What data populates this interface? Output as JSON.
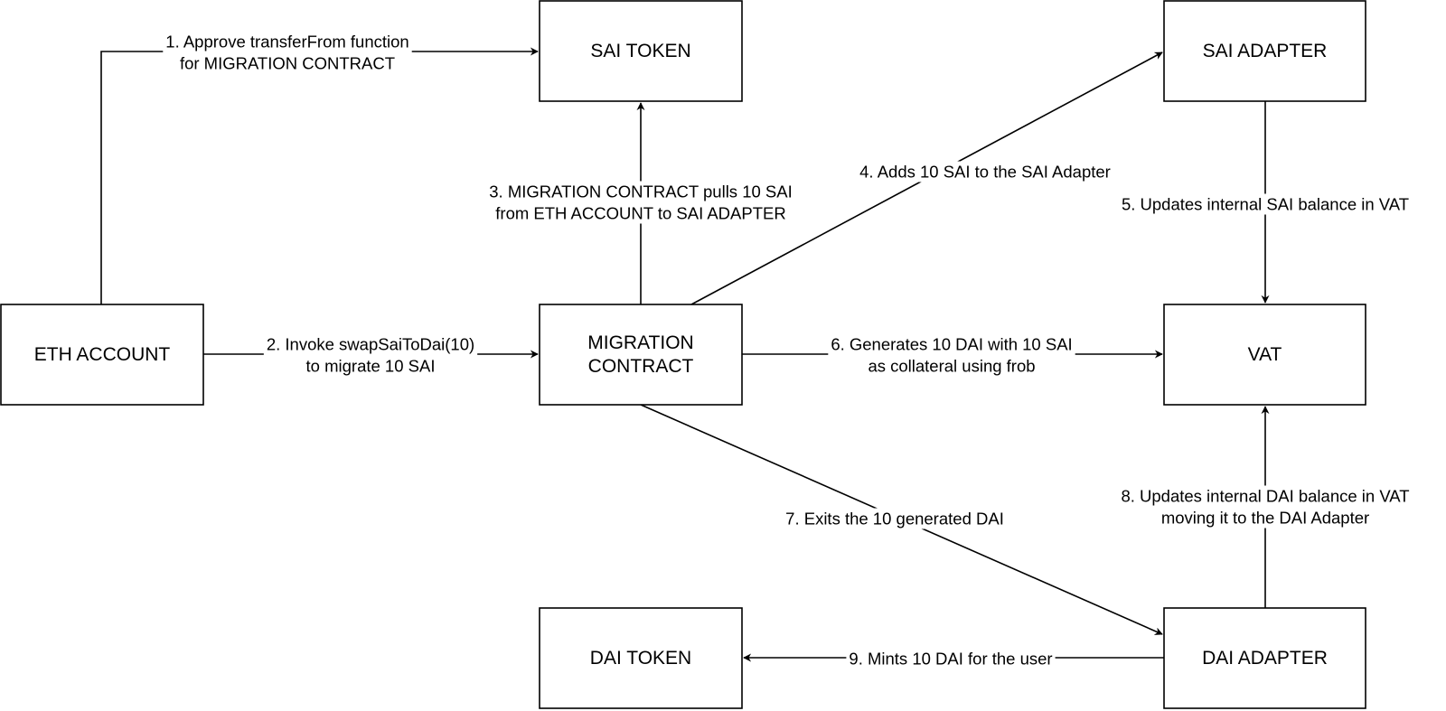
{
  "nodes": {
    "sai_token": {
      "lines": [
        "SAI TOKEN"
      ]
    },
    "sai_adapter": {
      "lines": [
        "SAI ADAPTER"
      ]
    },
    "eth_account": {
      "lines": [
        "ETH ACCOUNT"
      ]
    },
    "migration_contract": {
      "lines": [
        "MIGRATION",
        "CONTRACT"
      ]
    },
    "vat": {
      "lines": [
        "VAT"
      ]
    },
    "dai_token": {
      "lines": [
        "DAI TOKEN"
      ]
    },
    "dai_adapter": {
      "lines": [
        "DAI ADAPTER"
      ]
    }
  },
  "edges": [
    {
      "from": "eth_account",
      "to": "sai_token",
      "label": [
        "1. Approve transferFrom function",
        "for MIGRATION CONTRACT"
      ]
    },
    {
      "from": "eth_account",
      "to": "migration_contract",
      "label": [
        "2. Invoke swapSaiToDai(10)",
        "to migrate 10 SAI"
      ]
    },
    {
      "from": "migration_contract",
      "to": "sai_token",
      "label": [
        "3. MIGRATION CONTRACT pulls 10 SAI",
        "from ETH ACCOUNT to SAI ADAPTER"
      ]
    },
    {
      "from": "migration_contract",
      "to": "sai_adapter",
      "label": [
        "4. Adds 10 SAI to the SAI Adapter"
      ]
    },
    {
      "from": "sai_adapter",
      "to": "vat",
      "label": [
        "5. Updates internal SAI balance in VAT"
      ]
    },
    {
      "from": "migration_contract",
      "to": "vat",
      "label": [
        "6. Generates 10 DAI with 10 SAI",
        "as collateral using frob"
      ]
    },
    {
      "from": "migration_contract",
      "to": "dai_adapter",
      "label": [
        "7. Exits the 10 generated DAI"
      ]
    },
    {
      "from": "dai_adapter",
      "to": "vat",
      "label": [
        "8. Updates internal DAI balance in VAT",
        "moving it to the DAI Adapter"
      ]
    },
    {
      "from": "dai_adapter",
      "to": "dai_token",
      "label": [
        "9. Mints 10 DAI for the user"
      ]
    }
  ]
}
